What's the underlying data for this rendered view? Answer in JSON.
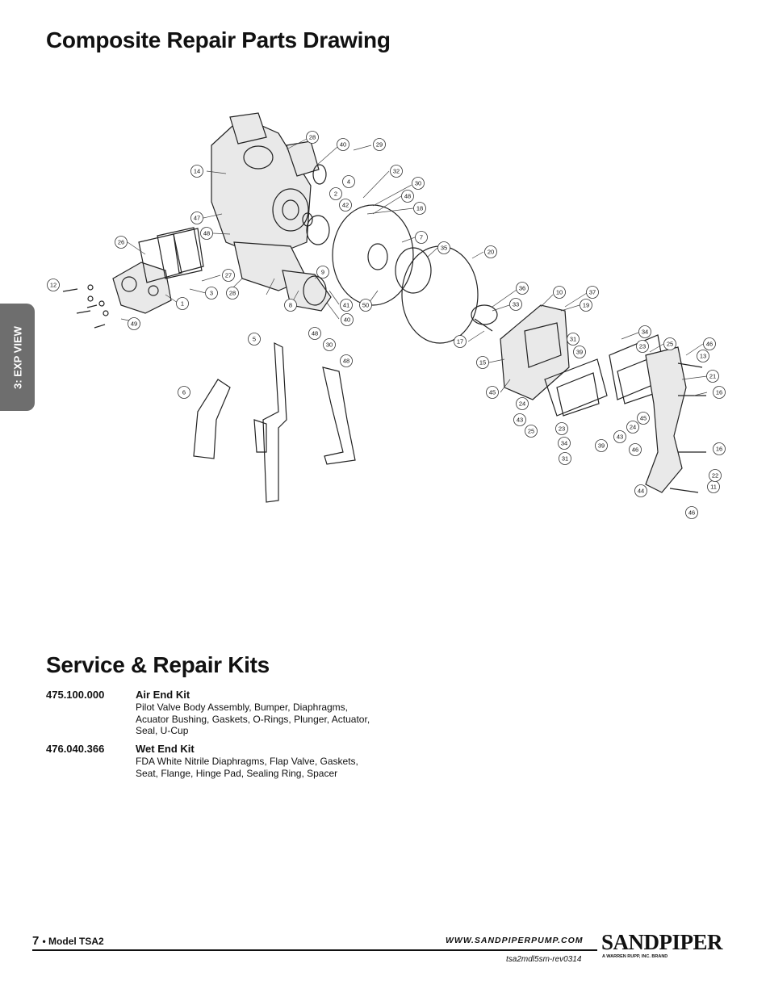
{
  "page": {
    "title": "Composite Repair Parts Drawing",
    "side_tab": "3: EXP VIEW"
  },
  "drawing": {
    "callouts": [
      "1",
      "2",
      "3",
      "4",
      "5",
      "6",
      "7",
      "8",
      "9",
      "10",
      "11",
      "12",
      "13",
      "14",
      "15",
      "16",
      "16",
      "17",
      "18",
      "19",
      "20",
      "21",
      "22",
      "23",
      "23",
      "24",
      "24",
      "25",
      "25",
      "26",
      "27",
      "28",
      "28",
      "29",
      "30",
      "30",
      "31",
      "31",
      "32",
      "33",
      "34",
      "34",
      "35",
      "36",
      "37",
      "39",
      "39",
      "40",
      "40",
      "40",
      "41",
      "42",
      "43",
      "43",
      "44",
      "45",
      "45",
      "46",
      "46",
      "46",
      "47",
      "48",
      "48",
      "48",
      "48",
      "49",
      "50"
    ]
  },
  "kits": {
    "title": "Service & Repair Kits",
    "items": [
      {
        "number": "475.100.000",
        "name": "Air End Kit",
        "description": "Pilot Valve Body Assembly, Bumper, Diaphragms, Acuator Bushing, Gaskets, O-Rings, Plunger, Actuator, Seal, U-Cup"
      },
      {
        "number": "476.040.366",
        "name": "Wet End Kit",
        "description": "FDA White Nitrile Diaphragms, Flap Valve, Gaskets, Seat, Flange, Hinge Pad, Sealing Ring, Spacer"
      }
    ]
  },
  "footer": {
    "page_number": "7",
    "model": "• Model TSA2",
    "website": "WWW.SANDPIPERPUMP.COM",
    "doc_ref": "tsa2mdl5sm-rev0314",
    "brand": "SANDPIPER",
    "brand_tagline": "A WARREN RUPP, INC. BRAND"
  }
}
